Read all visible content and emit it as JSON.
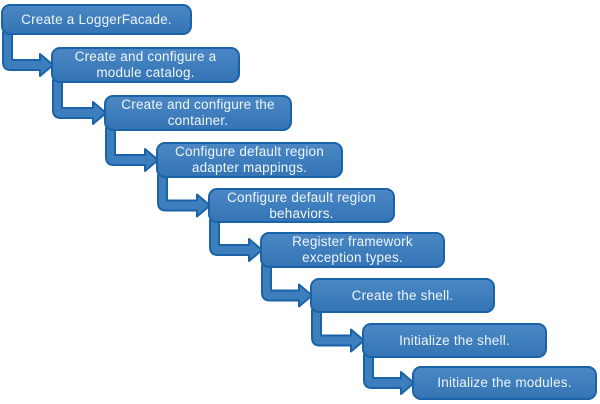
{
  "diagram": {
    "type": "staircase-flow",
    "steps": [
      {
        "label": "Create a LoggerFacade."
      },
      {
        "label": "Create and configure a module catalog."
      },
      {
        "label": "Create and configure the container."
      },
      {
        "label": "Configure default region adapter mappings."
      },
      {
        "label": "Configure default region behaviors."
      },
      {
        "label": "Register framework exception types."
      },
      {
        "label": "Create the shell."
      },
      {
        "label": "Initialize the shell."
      },
      {
        "label": "Initialize the modules."
      }
    ],
    "colors": {
      "background": "#ffffff",
      "box_fill_top": "#4a87c4",
      "box_fill_bottom": "#3575b5",
      "box_border": "#1b63a8",
      "arrow_fill": "#3d7ebd",
      "arrow_border": "#1b63a8",
      "text": "#eef5fb"
    }
  }
}
